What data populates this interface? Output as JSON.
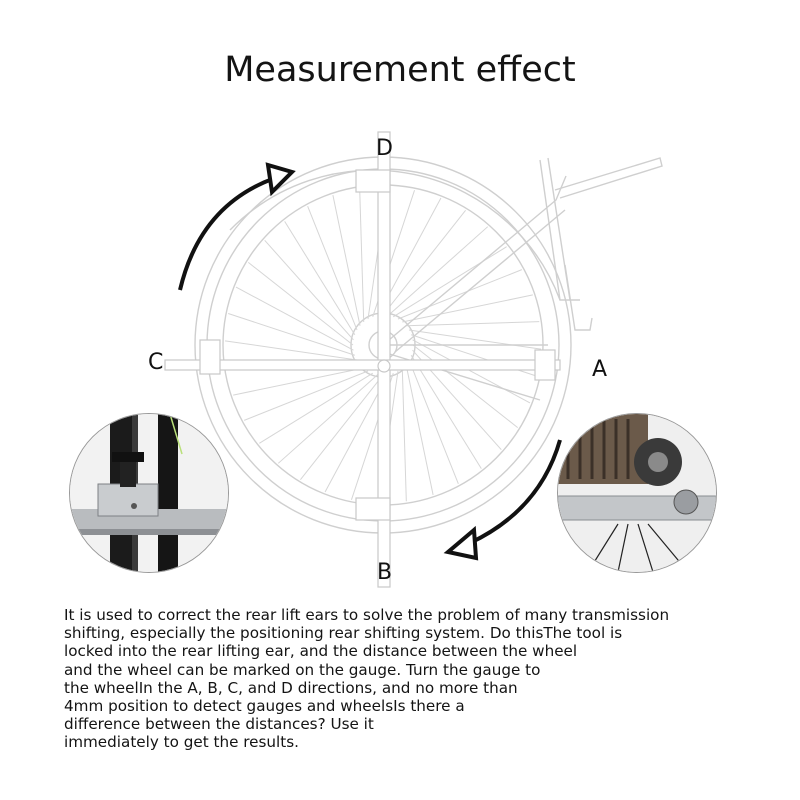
{
  "title": "Measurement effect",
  "direction_labels": {
    "a": "A",
    "b": "B",
    "c": "C",
    "d": "D"
  },
  "description_lines": [
    "It is used to correct the rear lift ears to solve the problem of many transmission",
    "shifting, especially the positioning rear shifting system. Do thisThe tool is",
    "locked into the rear lifting ear, and the distance between the wheel",
    "and the wheel can be marked on the gauge. Turn the gauge to",
    "the wheelIn the A, B, C, and D directions, and no more than",
    "4mm position to detect gauges and wheelsIs there a",
    "difference between the distances? Use it",
    "immediately to get the results."
  ],
  "colors": {
    "outline": "#cfcfcf",
    "arrow": "#111111",
    "text": "#141414"
  }
}
